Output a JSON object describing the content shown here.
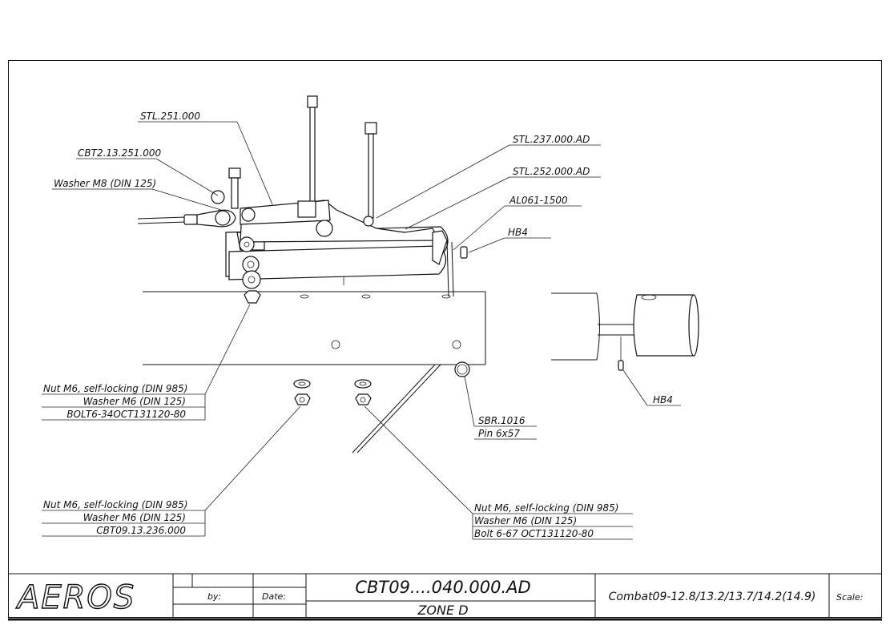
{
  "callouts": {
    "stl_251": "STL.251.000",
    "cbt2_13": "CBT2.13.251.000",
    "washer_m8": "Washer M8 (DIN 125)",
    "stl_237": "STL.237.000.AD",
    "stl_252": "STL.252.000.AD",
    "al061": "AL061-1500",
    "hb4_top": "HB4",
    "hb4_right": "HB4",
    "sbr": "SBR.1016",
    "pin": "Pin 6x57"
  },
  "group_left_top": {
    "line1": "Nut M6, self-locking (DIN 985)",
    "line2": "Washer M6 (DIN 125)",
    "line3": "BOLT6-34OCT131120-80"
  },
  "group_left_bottom": {
    "line1": "Nut M6, self-locking (DIN 985)",
    "line2": "Washer M6 (DIN 125)",
    "line3": "CBT09.13.236.000"
  },
  "group_right_bottom": {
    "line1": "Nut M6, self-locking (DIN 985)",
    "line2": "Washer M6 (DIN 125)",
    "line3": "Bolt 6-67 OCT131120-80"
  },
  "title_block": {
    "logo": "AEROS",
    "by_label": "by:",
    "date_label": "Date:",
    "drawing_number": "CBT09....040.000.AD",
    "zone": "ZONE D",
    "model": "Combat09-12.8/13.2/13.7/14.2(14.9)",
    "scale_label": "Scale:"
  }
}
